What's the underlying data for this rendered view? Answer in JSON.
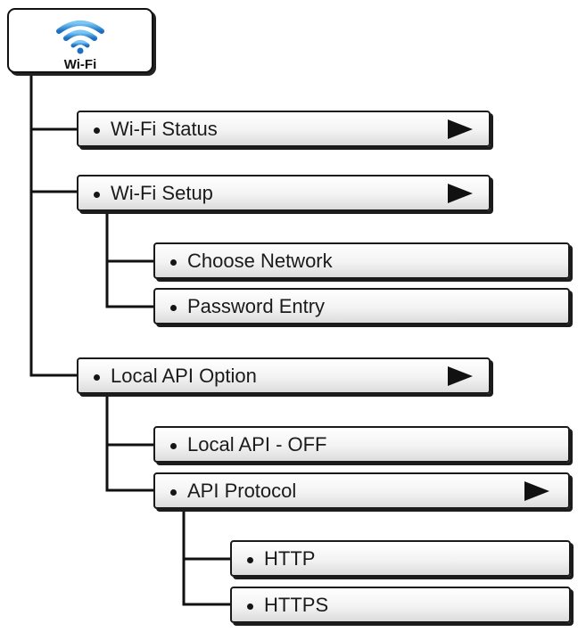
{
  "root": {
    "label": "Wi-Fi",
    "icon": "wifi-icon"
  },
  "menu": {
    "wifi_status": "Wi-Fi Status",
    "wifi_setup": "Wi-Fi Setup",
    "choose_network": "Choose Network",
    "password_entry": "Password Entry",
    "local_api_option": "Local API Option",
    "local_api_off": "Local API - OFF",
    "api_protocol": "API Protocol",
    "http": "HTTP",
    "https": "HTTPS"
  },
  "icons": {
    "submenu_arrow": "play-arrow-icon",
    "bullet": "bullet-dot"
  },
  "colors": {
    "border": "#1a1a1a",
    "background": "#ffffff",
    "wifi_blue": "#2a8fd8"
  }
}
